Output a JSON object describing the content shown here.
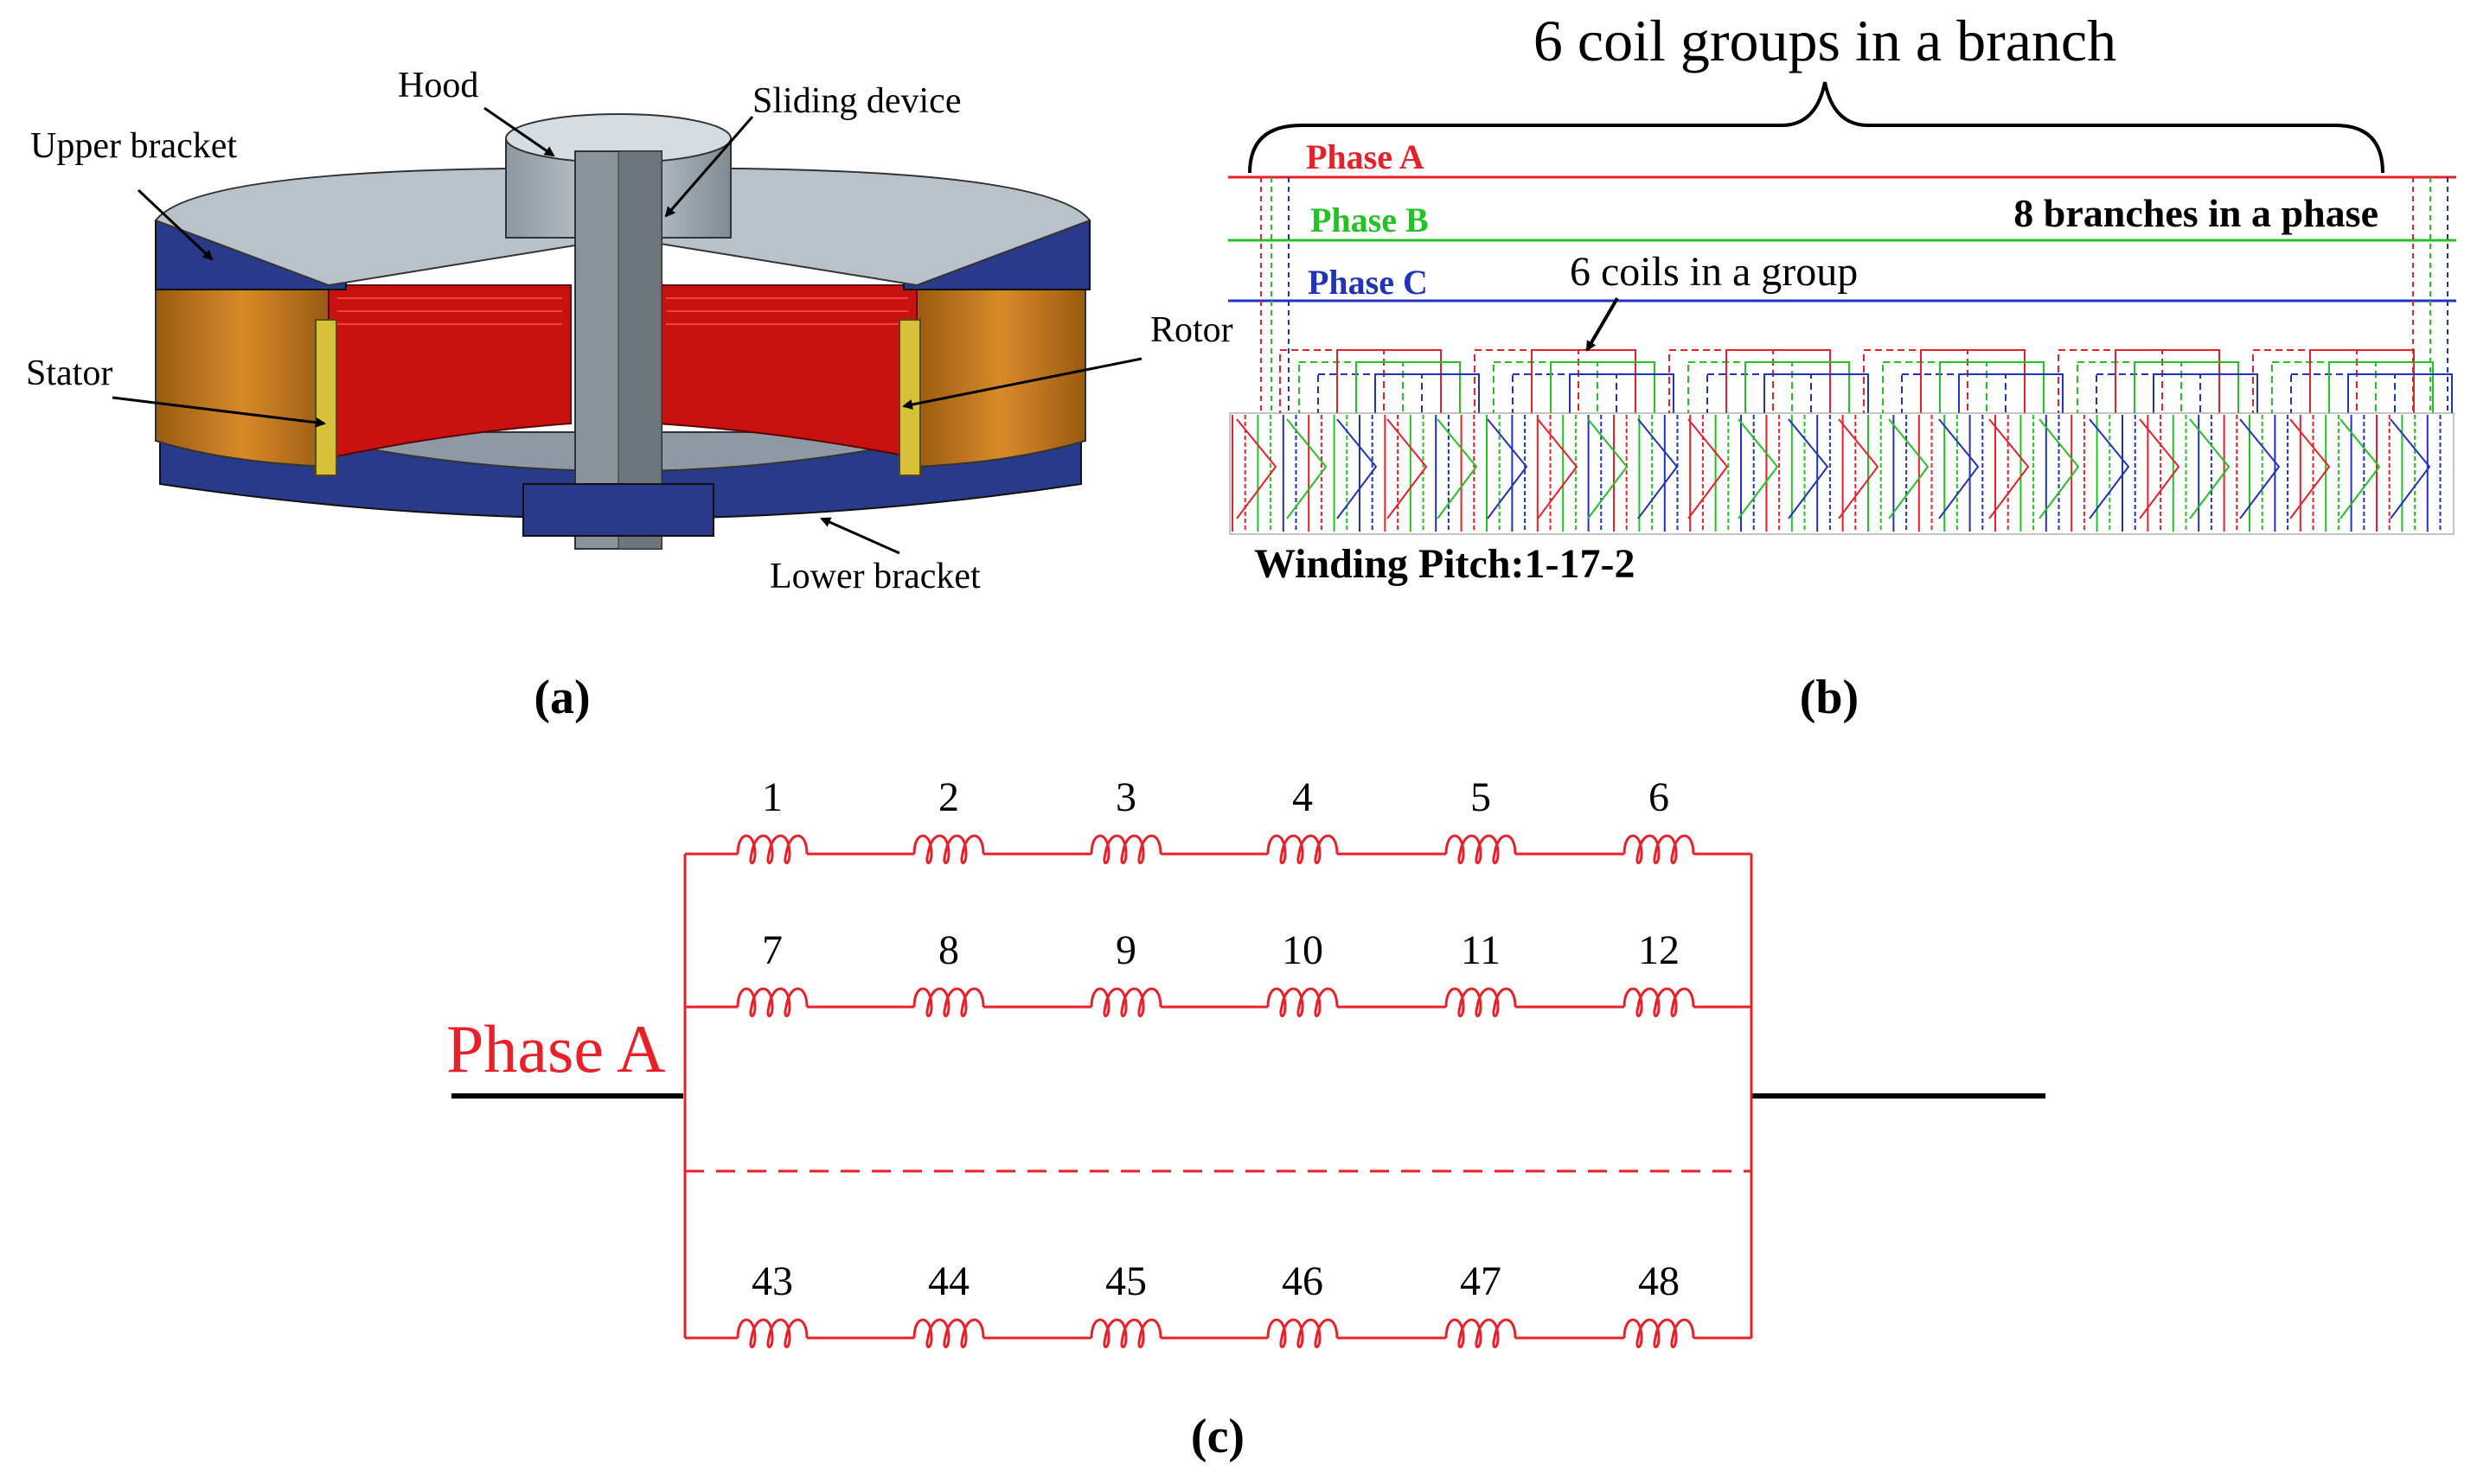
{
  "panel_a": {
    "caption": "(a)",
    "labels": {
      "hood": "Hood",
      "sliding_device": "Sliding device",
      "upper_bracket": "Upper bracket",
      "stator": "Stator",
      "rotor": "Rotor",
      "lower_bracket": "Lower bracket"
    }
  },
  "panel_b": {
    "caption": "(b)",
    "top_label": "6 coil groups in a branch",
    "phase_a": "Phase A",
    "phase_b": "Phase B",
    "phase_c": "Phase C",
    "branches_label": "8 branches in a phase",
    "coils_label": "6 coils in a group",
    "pitch_label": "Winding Pitch:1-17-2"
  },
  "panel_c": {
    "caption": "(c)",
    "phase_label": "Phase A",
    "rows": [
      [
        "1",
        "2",
        "3",
        "4",
        "5",
        "6"
      ],
      [
        "7",
        "8",
        "9",
        "10",
        "11",
        "12"
      ],
      [
        "43",
        "44",
        "45",
        "46",
        "47",
        "48"
      ]
    ]
  },
  "colors": {
    "phase_a": "#e8202a",
    "phase_b": "#22c322",
    "phase_c": "#2233bb",
    "copper": "#c77a1c",
    "rotor_red": "#cc1111",
    "bracket_blue": "#2a3a8a"
  }
}
